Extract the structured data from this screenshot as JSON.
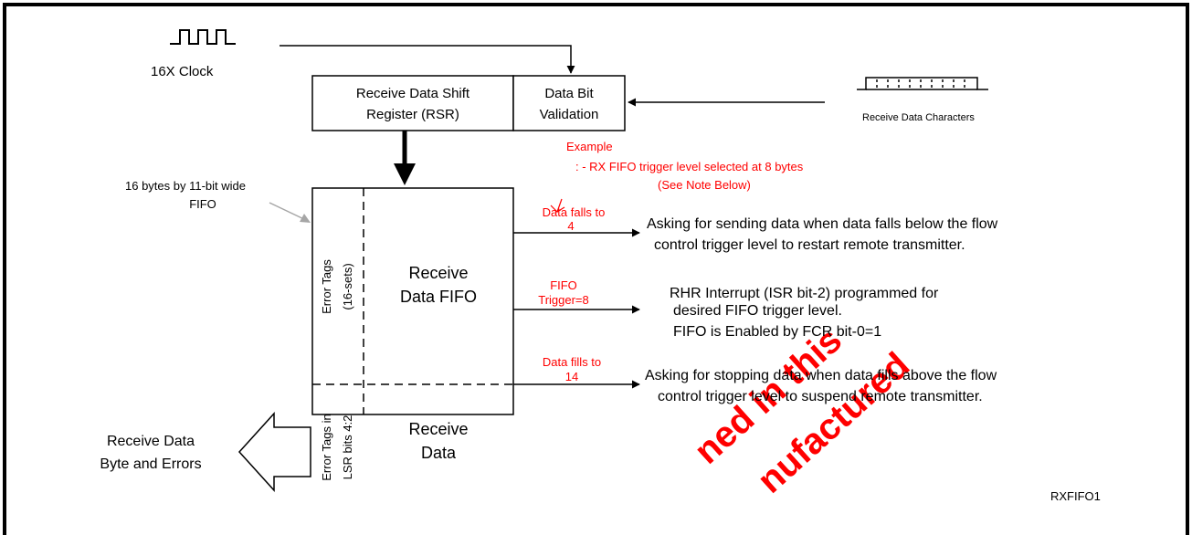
{
  "clock": {
    "label": "16X Clock"
  },
  "rsr": {
    "line1": "Receive Data Shift",
    "line2": "Register (RSR)"
  },
  "validation": {
    "line1": "Data Bit",
    "line2": "Validation"
  },
  "receive_chars": {
    "label": "Receive Data Characters"
  },
  "example": {
    "title": "Example",
    "line": ": - RX FIFO trigger level selected at 8  bytes",
    "note": "(See Note Below)"
  },
  "fifo_caption": {
    "line1": "16  bytes by 11-bit wide",
    "line2": "FIFO"
  },
  "error_tags_top": {
    "line1": "Error Tags",
    "line2": "(16-sets)"
  },
  "receive_fifo": {
    "line1": "Receive",
    "line2": "Data FIFO"
  },
  "error_tags_bottom": {
    "line1": "Error Tags in",
    "line2": "LSR bits 4:2"
  },
  "receive_data": {
    "line1": "Receive",
    "line2": "Data"
  },
  "output": {
    "line1": "Receive Data",
    "line2": "Byte and Errors"
  },
  "levels": [
    {
      "tag1": "Data falls to",
      "tag2": "4",
      "desc": [
        "Asking for sending data when data falls below the flow",
        "control trigger level to restart remote transmitter."
      ]
    },
    {
      "tag1": "FIFO",
      "tag2": "Trigger=8",
      "desc": [
        "RHR Interrupt (ISR bit-2) programmed for",
        "desired FIFO trigger level.",
        "FIFO is Enabled by FCR bit-0=1"
      ]
    },
    {
      "tag1": "Data fills to",
      "tag2": "14",
      "desc": [
        "Asking for stopping data when data fills above the flow",
        "control trigger level to suspend remote transmitter."
      ]
    }
  ],
  "figure_id": "RXFIFO1",
  "watermark": {
    "line1": "ned in this",
    "line2": "nufactured"
  },
  "colors": {
    "annotation": "#ff0000",
    "line": "#000000",
    "pointer": "#a6a6a6"
  }
}
